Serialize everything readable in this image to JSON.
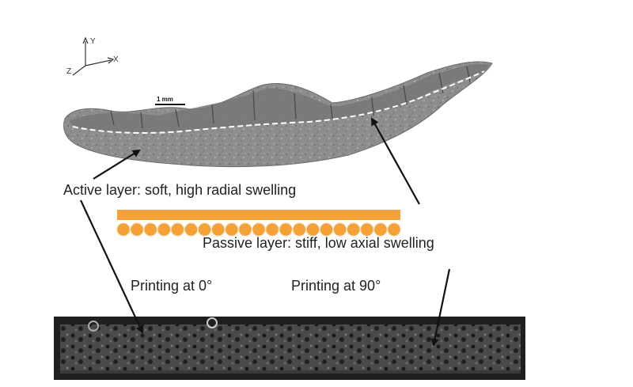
{
  "axes": {
    "y": "Y",
    "x": "X",
    "z": "Z"
  },
  "scale_bar": "1 mm",
  "labels": {
    "active_layer": "Active layer: soft, high radial swelling",
    "passive_layer": "Passive layer: stiff, low axial swelling",
    "printing_0": "Printing at 0°",
    "printing_90": "Printing at 90°"
  },
  "colors": {
    "bilayer": "#f4a13a",
    "specimen": "#8c8c8c",
    "specimen_dark": "#5a5a5a",
    "strip_bg": "#2b2b2b",
    "arrow": "#111111",
    "interface_line": "#ffffff"
  }
}
